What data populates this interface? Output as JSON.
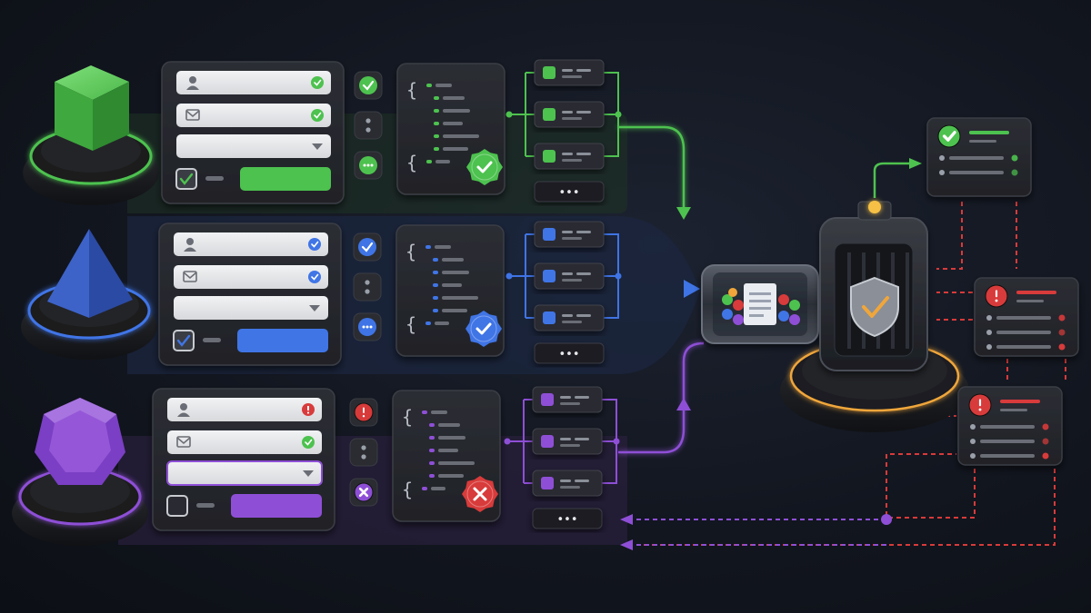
{
  "colors": {
    "background": "#12161f",
    "panel": "#26282d",
    "panel_border": "#3a3d44",
    "field": "#e6e7ea",
    "green": "#4ec24f",
    "blue": "#3f74e6",
    "purple": "#8e4fd6",
    "red": "#d83a3a",
    "orange": "#f0a63a"
  },
  "lanes": [
    {
      "id": "green",
      "shape": "cube-icon",
      "accent": "#4ec24f",
      "form": {
        "field_icons": [
          "user-icon",
          "mail-icon"
        ],
        "field_status": [
          "check",
          "check"
        ],
        "checkbox_checked": true
      },
      "status_column": [
        "check",
        "dots",
        "more"
      ],
      "code_badge": "check",
      "nodes": 3
    },
    {
      "id": "blue",
      "shape": "pyramid-icon",
      "accent": "#3f74e6",
      "form": {
        "field_icons": [
          "user-icon",
          "mail-icon"
        ],
        "field_status": [
          "check",
          "check"
        ],
        "checkbox_checked": true
      },
      "status_column": [
        "check",
        "dots",
        "more"
      ],
      "code_badge": "check",
      "nodes": 3
    },
    {
      "id": "purple",
      "shape": "dodecahedron-icon",
      "accent": "#8e4fd6",
      "form": {
        "field_icons": [
          "user-icon",
          "mail-icon"
        ],
        "field_status": [
          "error",
          "check"
        ],
        "checkbox_checked": false
      },
      "status_column": [
        "error",
        "dots",
        "close"
      ],
      "code_badge": "error",
      "nodes": 3
    }
  ],
  "processor": {
    "capsule_icon": "document-icon",
    "gate_icon": "shield-check-icon"
  },
  "result_cards": [
    {
      "status": "check",
      "accent": "#4ec24f"
    },
    {
      "status": "error",
      "accent": "#d83a3a"
    },
    {
      "status": "error",
      "accent": "#d83a3a"
    }
  ],
  "glyphs": {
    "more": "•••",
    "brace_open": "{",
    "brace_close": "{"
  }
}
